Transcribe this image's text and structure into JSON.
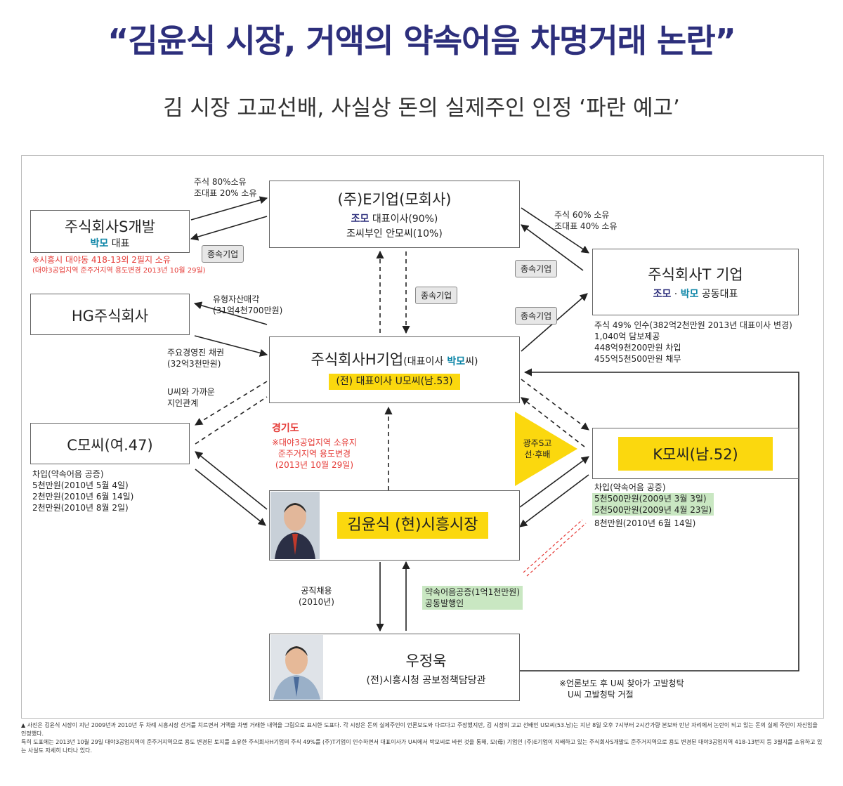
{
  "header": {
    "title": "“김윤식 시장, 거액의 약속어음 차명거래 논란”",
    "subtitle": "김 시장 고교선배, 사실상 돈의 실제주인 인정 ‘파란 예고’"
  },
  "nodes": {
    "e_corp": {
      "title": "(주)E기업(모회사)",
      "name1": "조모",
      "line1": "대표이사(90%)",
      "line2": "조씨부인 안모씨(10%)"
    },
    "s_dev": {
      "title": "주식회사S개발",
      "name": "박모",
      "role": "대표",
      "note1": "※시흥시 대야동 418-13외 2필지 소유",
      "note2": "(대야3공업지역 준주거지역 용도변경 2013년 10월 29일)"
    },
    "t_corp": {
      "title": "주식회사T 기업",
      "name1": "조모",
      "sep": "·",
      "name2": "박모",
      "role": "공동대표"
    },
    "hg": {
      "title": "HG주식회사"
    },
    "h_corp": {
      "title": "주식회사H기업",
      "title_sub": "(대표이사",
      "name": "박모",
      "suffix": "씨)",
      "former": "(전) 대표이사 U모씨(남.53)"
    },
    "c": {
      "title": "C모씨(여.47)"
    },
    "k": {
      "title": "K모씨(남.52)"
    },
    "mayor": {
      "title": "김윤식 (현)시흥시장"
    },
    "woo": {
      "title": "우정욱",
      "role": "(전)시흥시청 공보정책담당관"
    }
  },
  "tags": {
    "sub1": "종속기업",
    "sub2": "종속기업",
    "sub3": "종속기업",
    "sub4": "종속기업"
  },
  "labels": {
    "e_s": [
      "주식 80%소유",
      "조대표 20% 소유"
    ],
    "e_t": [
      "주식 60% 소유",
      "조대표 40% 소유"
    ],
    "t_info": [
      "주식 49% 인수(382억2천만원 2013년 대표이사 변경)",
      "1,040억 담보제공",
      "448억9천200만원 차입",
      "455억5천500만원 채무"
    ],
    "hg_sale": [
      "유형자산매각",
      "(31억4천700만원)"
    ],
    "hg_bond": [
      "주요경영진 채권",
      "(32억3천만원)"
    ],
    "u_rel": [
      "U씨와 가까운",
      "지인관계"
    ],
    "gyeonggi": "경기도",
    "gyeonggi_note": [
      "※대야3공업지역 소유지",
      "준주거지역 용도변경",
      "(2013년 10월 29일)"
    ],
    "c_loans": [
      "차입(약속어음 공증)",
      "5천만원(2010년 5월 4일)",
      "2천만원(2010년 6월 14일)",
      "2천만원(2010년 8월 2일)"
    ],
    "k_loans_title": "차입(약속어음 공증)",
    "k_loans_green": [
      "5천500만원(2009년 3월 3일)",
      "5천500만원(2009년 4월 23일)"
    ],
    "k_loans_last": "8천만원(2010년 6월 14일)",
    "gwangju": [
      "광주S고",
      "선·후배"
    ],
    "hire": [
      "공직채용",
      "(2010년)"
    ],
    "promissory": [
      "약속어음공증(1억1천만원)",
      "공동발행인"
    ],
    "complaint": [
      "※언론보도 후 U씨 찾아가 고발청탁",
      "U씨 고발청탁 거절"
    ]
  },
  "footnote": [
    "▲ 사진은 김윤식 시장이 지난 2009년과 2010년 두 차례 시흥시장 선거를 치르면서 거액을 차명 거래한 내역을 그림으로 표시한 도표다. 각 시장은 돈의 실제주인이 언론보도와 다르다고 주장했지만, 김 시장의 고교 선배인 U모씨(53.남)는 지난 8일 오후 7시부터 2시간가량 본보와 만난 자리에서 논란이 되고 있는 돈의 실제 주인이 자신임을 인정했다.",
    "특히 도표에는 2013년 10월 29일 대야3공업지역이 준주거지역으로 용도 변경된 토지를 소유한 주식회사H기업의 주식 49%를 (주)T기업이 인수하면서 대표이사가 U씨에서 박모씨로 바뀐 것을 통해, 모(母) 기업인 (주)E기업이 지배하고 있는 주식회사S개발도 준주거지역으로 용도 변경된 대야3공업지역 418-13번지 등 3필지를 소유하고 있는 사실도 자세히 나타나 있다."
  ],
  "colors": {
    "title": "#2d2f7c",
    "highlight": "#fbd80e",
    "note_red": "#e53935",
    "note_green": "#c9e7c2",
    "name_teal": "#0e86a8"
  }
}
